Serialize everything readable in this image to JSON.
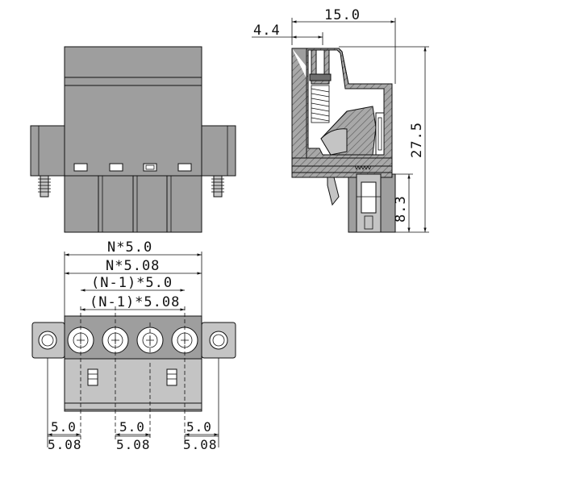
{
  "labels": {
    "side_width": "15.0",
    "side_offset": "4.4",
    "side_height": "27.5",
    "side_lower": "8.3",
    "pitch_total_a": "N*5.0",
    "pitch_total_b": "N*5.08",
    "pitch_inner_a": "(N-1)*5.0",
    "pitch_inner_b": "(N-1)*5.08",
    "left_pitch_a": "5.0",
    "left_pitch_b": "5.08",
    "mid_pitch_a": "5.0",
    "mid_pitch_b": "5.08",
    "right_pitch_a": "5.0",
    "right_pitch_b": "5.08"
  },
  "colors": {
    "body": "#9e9e9e",
    "light": "#c4c4c4",
    "dark": "#6e6e6e",
    "line": "#111111"
  }
}
